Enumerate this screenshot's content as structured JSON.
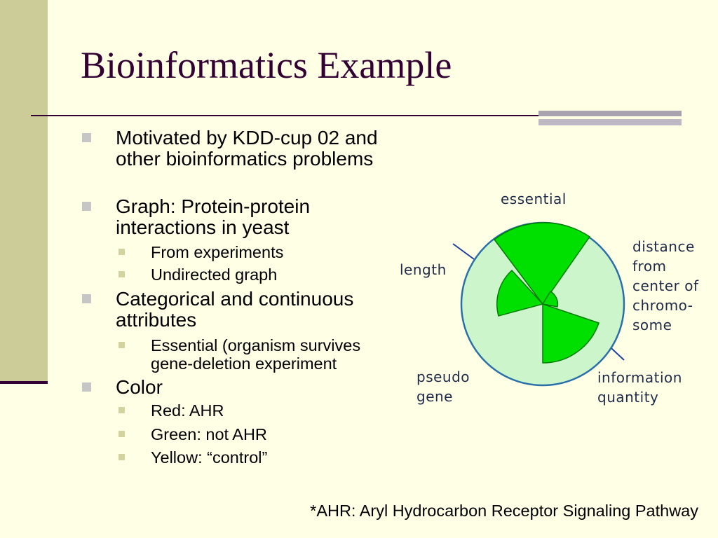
{
  "slide": {
    "title": "Bioinformatics Example",
    "footnote": "*AHR: Aryl Hydrocarbon Receptor Signaling Pathway"
  },
  "bullets": {
    "b1": {
      "text": "Motivated by KDD-cup 02 and other bioinformatics problems"
    },
    "b2": {
      "text": "Graph: Protein-protein interactions in yeast",
      "sub": [
        "From experiments",
        "Undirected graph"
      ]
    },
    "b3": {
      "text": "Categorical and continuous attributes",
      "sub": [
        "Essential (organism survives gene-deletion experiment"
      ]
    },
    "b4": {
      "text": "Color",
      "sub": [
        "Red: AHR",
        "Green: not AHR",
        "Yellow: “control”"
      ]
    }
  },
  "diagram": {
    "labels": {
      "essential": "essential",
      "length": "length",
      "distance_lines": [
        "distance",
        "from",
        "center of",
        "chromo-",
        "some"
      ],
      "pseudo_lines": [
        "pseudo",
        "gene"
      ],
      "information_lines": [
        "information",
        "quantity"
      ]
    },
    "colors": {
      "circle_fill": "#ccf5cc",
      "circle_stroke": "#2a6fa8",
      "wedge_fill": "#00e000",
      "wedge_stroke": "#007a00",
      "tick_line": "#1f3fa0"
    }
  }
}
